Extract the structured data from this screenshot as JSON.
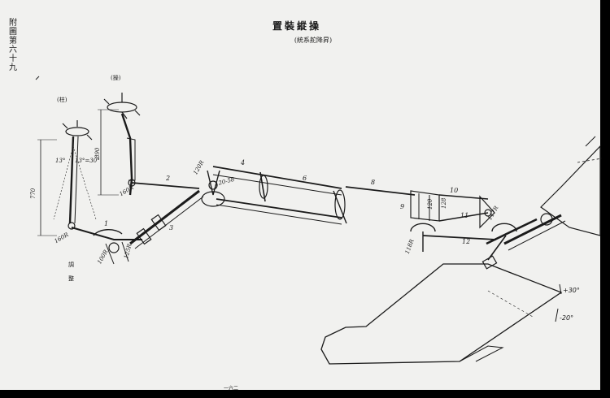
{
  "sheet": {
    "side_label": "附圖第六十九",
    "title": "置裝縱操",
    "subtitle": "(統系舵降昇)",
    "page_mark": "一六二"
  },
  "labels": {
    "yoke_a": "(操)",
    "yoke_b": "(柱)",
    "below_a": "調",
    "below_b": "整",
    "deflection_up": "+30°",
    "deflection_down": "-20°"
  },
  "dimensions": {
    "d770": "770",
    "d890": "890",
    "d13": "13°",
    "d13b": "13°=30°",
    "d160a": "160R",
    "d160b": "160R",
    "d100r": "100R",
    "d125r": "125R",
    "d120r": "120R",
    "d120_58": "120-58",
    "d120b": "120",
    "d128": "128",
    "d117r": "117R",
    "d118r": "118R"
  },
  "part_numbers": [
    "1",
    "2",
    "3",
    "4",
    "6",
    "8",
    "9",
    "10",
    "11",
    "12"
  ],
  "colors": {
    "paper": "#f1f1ef",
    "ink": "#1b1b1b",
    "frame": "#000000"
  }
}
